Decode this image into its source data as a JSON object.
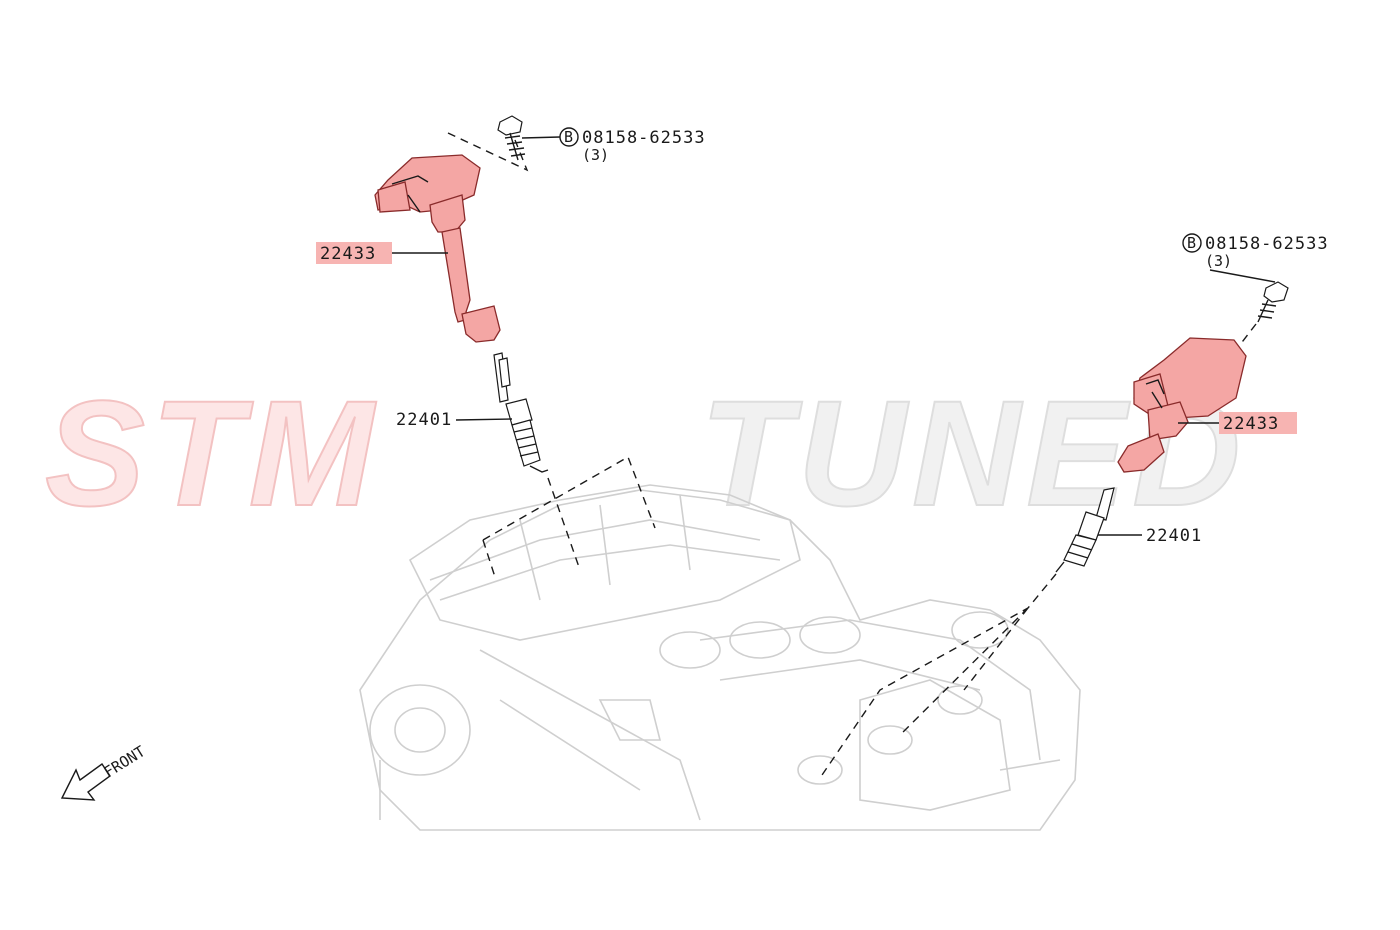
{
  "watermark": {
    "left": "STM",
    "right": "TUNED"
  },
  "front_label": "FRONT",
  "left_group": {
    "bolt": {
      "circle_letter": "B",
      "part": "08158-62533",
      "qty": "(3)"
    },
    "coil": {
      "part": "22433"
    },
    "plug": {
      "part": "22401"
    }
  },
  "right_group": {
    "bolt": {
      "circle_letter": "B",
      "part": "08158-62533",
      "qty": "(3)"
    },
    "coil": {
      "part": "22433"
    },
    "plug": {
      "part": "22401"
    }
  },
  "colors": {
    "highlight": "#f7b4b2",
    "coil_fill": "#f4a6a4",
    "watermark_red": "#fbe3e3",
    "watermark_gray": "#ececec",
    "engine_line": "#cfcfcf"
  }
}
